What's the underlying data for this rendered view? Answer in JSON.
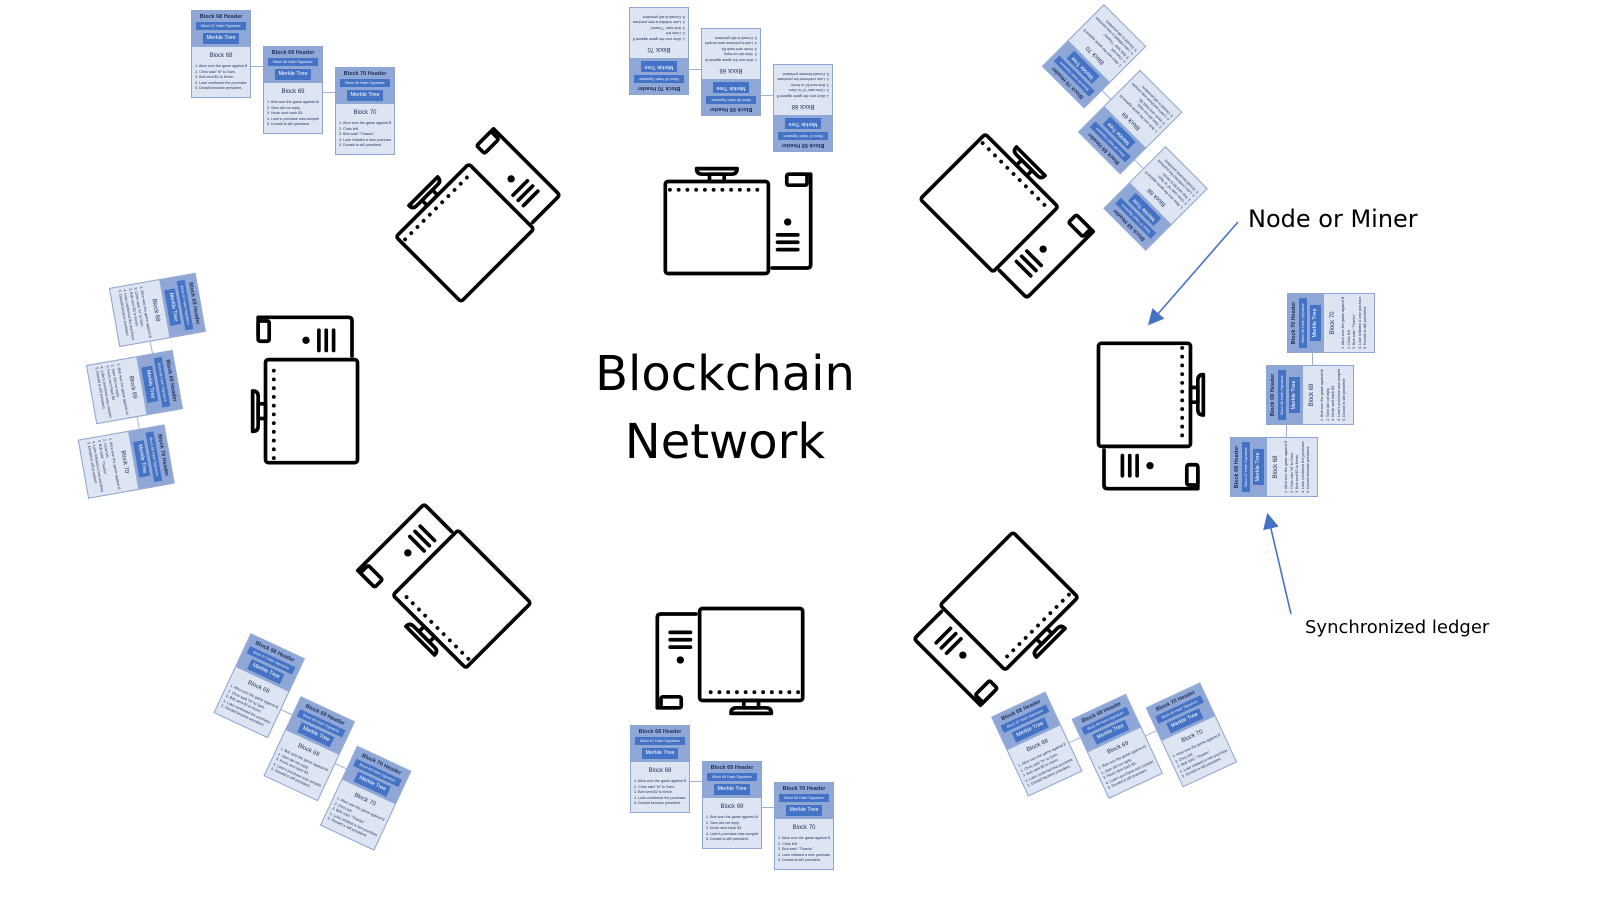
{
  "diagram": {
    "title_line1": "Blockchain",
    "title_line2": "Network",
    "annotations": {
      "node": "Node or Miner",
      "ledger": "Synchronized ledger"
    },
    "colors": {
      "card_header": "#8fa7d6",
      "card_accent": "#4472c4",
      "card_body": "#dde4f2",
      "arrow": "#4472c4",
      "icon": "#000000"
    },
    "ledger": {
      "blocks": [
        {
          "header": "Block 68 Header",
          "hash": "Block 67 Hash Signature",
          "merkle": "Merkle Tree",
          "name": "Block 68",
          "transactions": [
            "1. Alice won the game against Bob.",
            "2. Chris said \"hi\" to Sam.",
            "3. Bob sent $2 to Kevin.",
            "4. Luke confirmed the purchase.",
            "5. Donald became president."
          ]
        },
        {
          "header": "Block 69 Header",
          "hash": "Block 68 Hash Signature",
          "merkle": "Merkle Tree",
          "name": "Block 69",
          "transactions": [
            "1. Bob won the game against Alice.",
            "2. Sam did not reply.",
            "3. Kevin sent back $3.",
            "4. Luke's purchase was completed.",
            "5. Donald is still president."
          ]
        },
        {
          "header": "Block 70 Header",
          "hash": "Block 69 Hash Signature",
          "merkle": "Merkle Tree",
          "name": "Block 70",
          "transactions": [
            "1. Alice won the game against Bob.",
            "2. Chris left.",
            "3. Bob said: \"Thanks\"",
            "4. Luke initiated a new purchase",
            "5. Donald is still president."
          ]
        }
      ]
    },
    "nodes": [
      {
        "id": "top",
        "icon": "desktop-computer-icon"
      },
      {
        "id": "top-right",
        "icon": "desktop-computer-icon"
      },
      {
        "id": "right",
        "icon": "desktop-computer-icon"
      },
      {
        "id": "bottom-right",
        "icon": "desktop-computer-icon"
      },
      {
        "id": "bottom",
        "icon": "desktop-computer-icon"
      },
      {
        "id": "bottom-left",
        "icon": "desktop-computer-icon"
      },
      {
        "id": "left",
        "icon": "desktop-computer-icon"
      },
      {
        "id": "top-left",
        "icon": "desktop-computer-icon"
      }
    ]
  }
}
